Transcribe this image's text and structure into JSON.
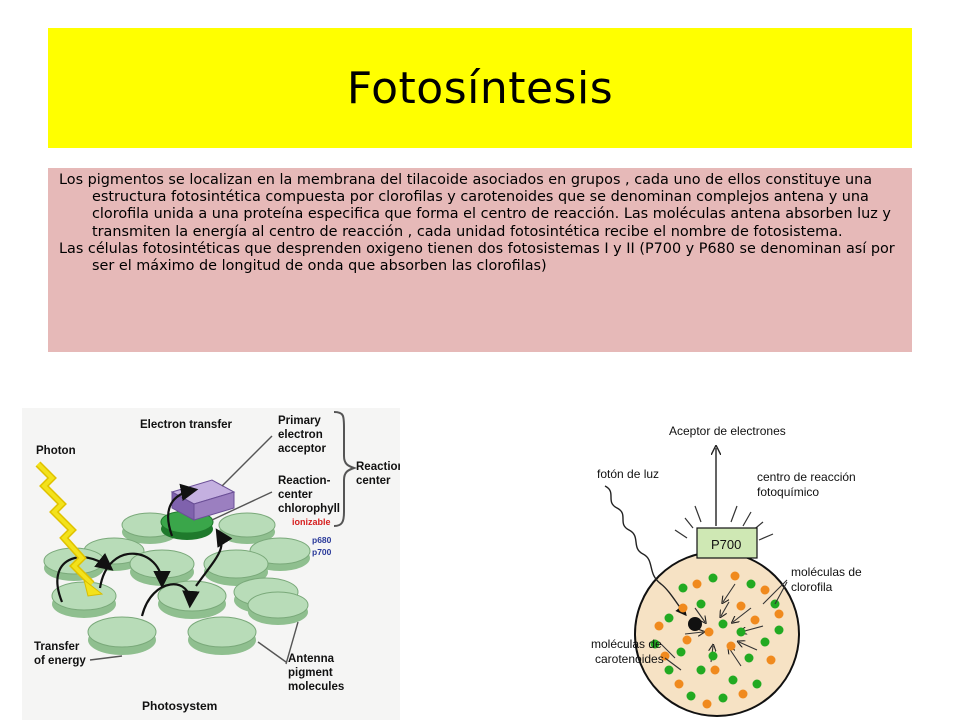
{
  "slide": {
    "title": "Fotosíntesis",
    "title_bg": "#ffff00",
    "text_bg": "#e6b9b8",
    "paragraphs": [
      "Los pigmentos se localizan en la membrana del tilacoide asociados en grupos , cada uno de ellos constituye una estructura fotosintética compuesta por clorofilas y carotenoides que se denominan complejos antena y una clorofila unida a una proteína especifica que forma el centro de reacción. Las moléculas antena absorben luz y transmiten la energía al centro de reacción , cada unidad fotosintética recibe el nombre de fotosistema.",
      "Las células fotosintéticas que desprenden oxigeno tienen dos fotosistemas I y II  (P700 y P680  se denominan así por ser el máximo de longitud de onda que absorben las clorofilas)"
    ]
  },
  "photosystem_diagram": {
    "labels": {
      "electron_transfer": "Electron transfer",
      "photon": "Photon",
      "primary_1": "Primary",
      "primary_2": "electron",
      "primary_3": "acceptor",
      "rc_chl_1": "Reaction-",
      "rc_chl_2": "center",
      "rc_chl_3": "chlorophyll",
      "reaction_center_1": "Reaction",
      "reaction_center_2": "center",
      "ionizable": "ionizable",
      "p680": "p680",
      "p700": "p700",
      "transfer_1": "Transfer",
      "transfer_2": "of energy",
      "antenna_1": "Antenna",
      "antenna_2": "pigment",
      "antenna_3": "molecules",
      "photosystem": "Photosystem"
    },
    "colors": {
      "disc": "#b8dcb8",
      "rc_disc": "#3aa64a",
      "acceptor": "#9b7fc0",
      "photon": "#f3e21b",
      "ionizable": "#d62020",
      "pigment_code": "#2a3a9a"
    }
  },
  "p700_diagram": {
    "labels": {
      "aceptor": "Aceptor de electrones",
      "foton": "fotón de luz",
      "centro_1": "centro de reacción",
      "centro_2": "fotoquímico",
      "p700": "P700",
      "clorofila_1": "moléculas de",
      "clorofila_2": "clorofila",
      "carot_1": "moléculas de",
      "carot_2": "carotenoides"
    },
    "colors": {
      "circle_fill": "#f6e2c4",
      "p700_box": "#cfe8b4",
      "chlorophyll_dot": "#22aa22",
      "carotenoid_dot": "#f08a1e"
    }
  }
}
